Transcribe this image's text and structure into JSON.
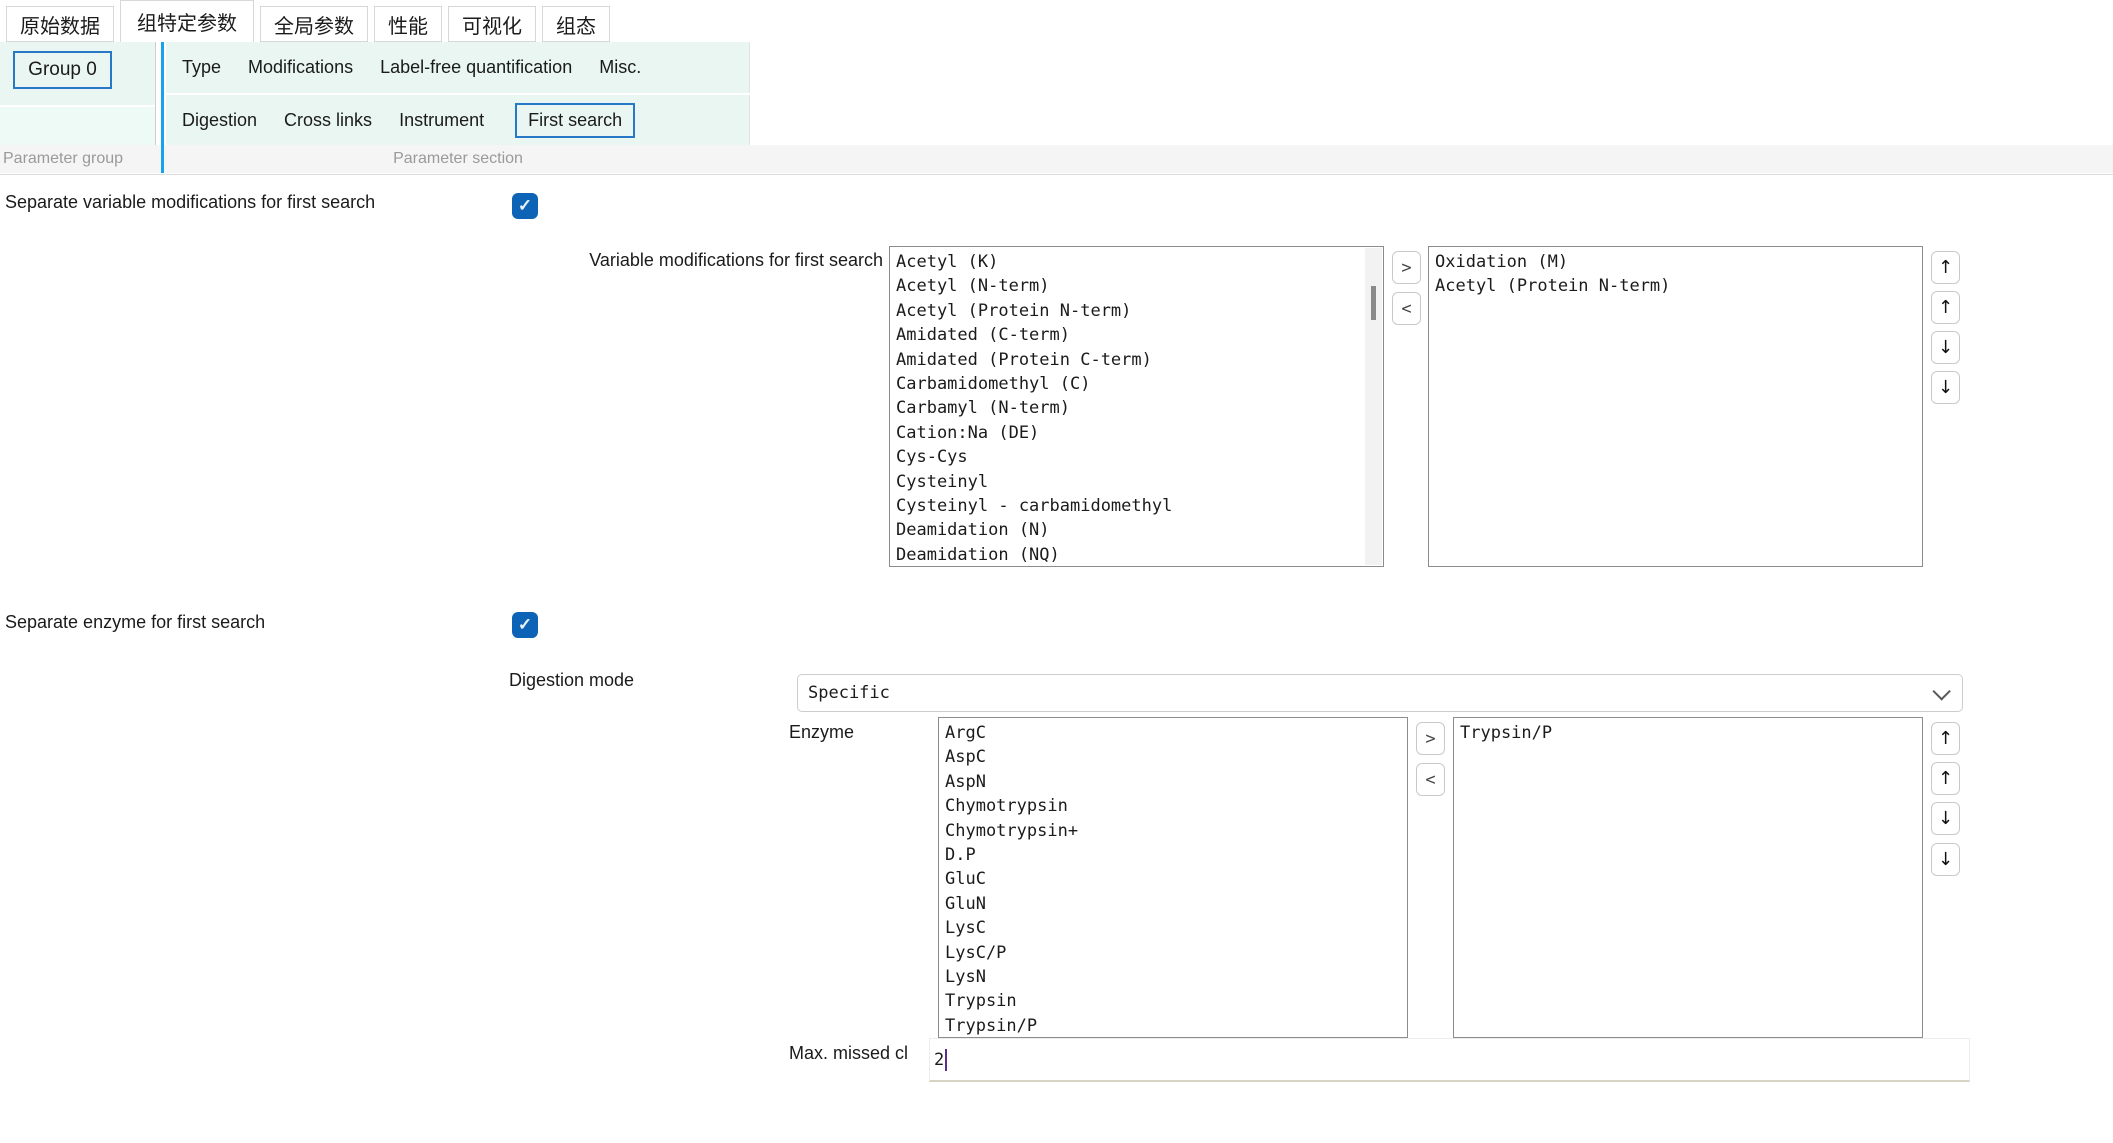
{
  "tabs": {
    "items": [
      {
        "label": "原始数据",
        "selected": false
      },
      {
        "label": "组特定参数",
        "selected": true
      },
      {
        "label": "全局参数",
        "selected": false
      },
      {
        "label": "性能",
        "selected": false
      },
      {
        "label": "可视化",
        "selected": false
      },
      {
        "label": "组态",
        "selected": false
      }
    ]
  },
  "group_panel": {
    "group_button": "Group 0",
    "caption": "Parameter group"
  },
  "section_panel": {
    "caption": "Parameter section",
    "row1": [
      "Type",
      "Modifications",
      "Label-free quantification",
      "Misc."
    ],
    "row2": [
      "Digestion",
      "Cross links",
      "Instrument",
      "First search"
    ],
    "selected": "First search"
  },
  "form": {
    "separate_var_mods": {
      "label": "Separate variable modifications for first search",
      "checked": true
    },
    "var_mods": {
      "label": "Variable modifications for first search",
      "available": [
        "Acetyl (K)",
        "Acetyl (N-term)",
        "Acetyl (Protein N-term)",
        "Amidated (C-term)",
        "Amidated (Protein C-term)",
        "Carbamidomethyl (C)",
        "Carbamyl (N-term)",
        "Cation:Na (DE)",
        "Cys-Cys",
        "Cysteinyl",
        "Cysteinyl - carbamidomethyl",
        "Deamidation (N)",
        "Deamidation (NQ)"
      ],
      "selected": [
        "Oxidation (M)",
        "Acetyl (Protein N-term)"
      ]
    },
    "separate_enzyme": {
      "label": "Separate enzyme for first search",
      "checked": true
    },
    "digestion_mode": {
      "label": "Digestion mode",
      "value": "Specific"
    },
    "enzyme": {
      "label": "Enzyme",
      "available": [
        "ArgC",
        "AspC",
        "AspN",
        "Chymotrypsin",
        "Chymotrypsin+",
        "D.P",
        "GluC",
        "GluN",
        "LysC",
        "LysC/P",
        "LysN",
        "Trypsin",
        "Trypsin/P"
      ],
      "selected": [
        "Trypsin/P"
      ]
    },
    "max_missed_cleavages": {
      "visible_label": "Max. missed cl",
      "value": "2"
    }
  },
  "icons": {
    "check": "✓",
    "move_right": ">",
    "move_left": "<",
    "up": "↑",
    "down": "↓",
    "chevron_down": "chevron-down"
  },
  "colors": {
    "accent_border_blue": "#2878c8",
    "checkbox_blue": "#0d63b5",
    "splitter_blue": "#18a3e8",
    "panel_mint": "#e9f6f2",
    "caption_gray": "#9a9a9a",
    "listbox_border": "#8c8c8c",
    "caret_purple": "#5b2d90"
  }
}
